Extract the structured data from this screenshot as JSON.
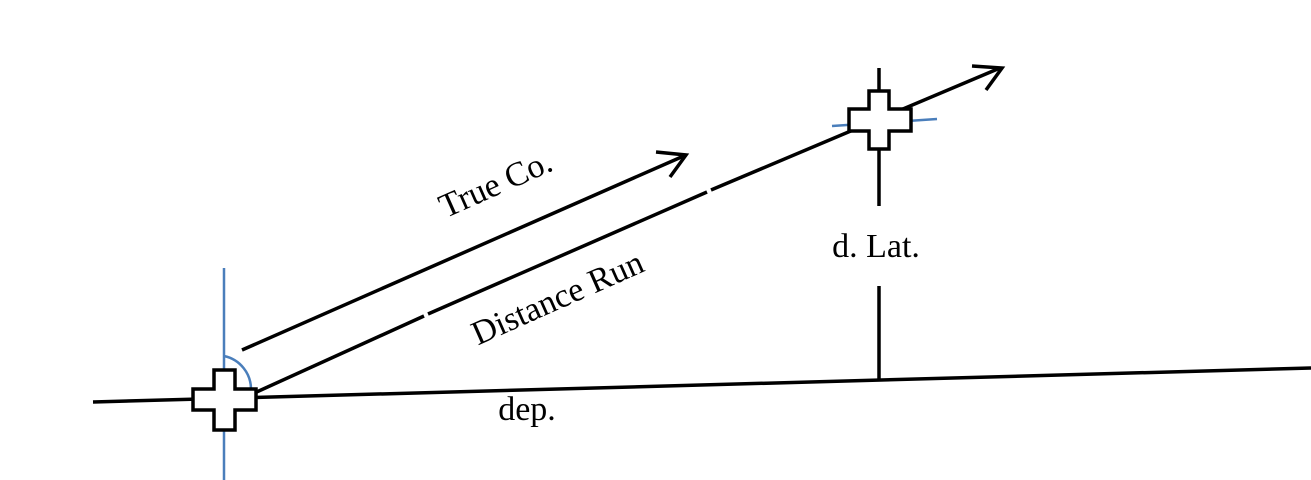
{
  "labels": {
    "true_course": "True Co.",
    "distance_run": "Distance Run",
    "departure": "dep.",
    "difference_latitude": "d. Lat."
  },
  "colors": {
    "line": "#000000",
    "meridian": "#4a7ebb",
    "background": "#ffffff"
  }
}
